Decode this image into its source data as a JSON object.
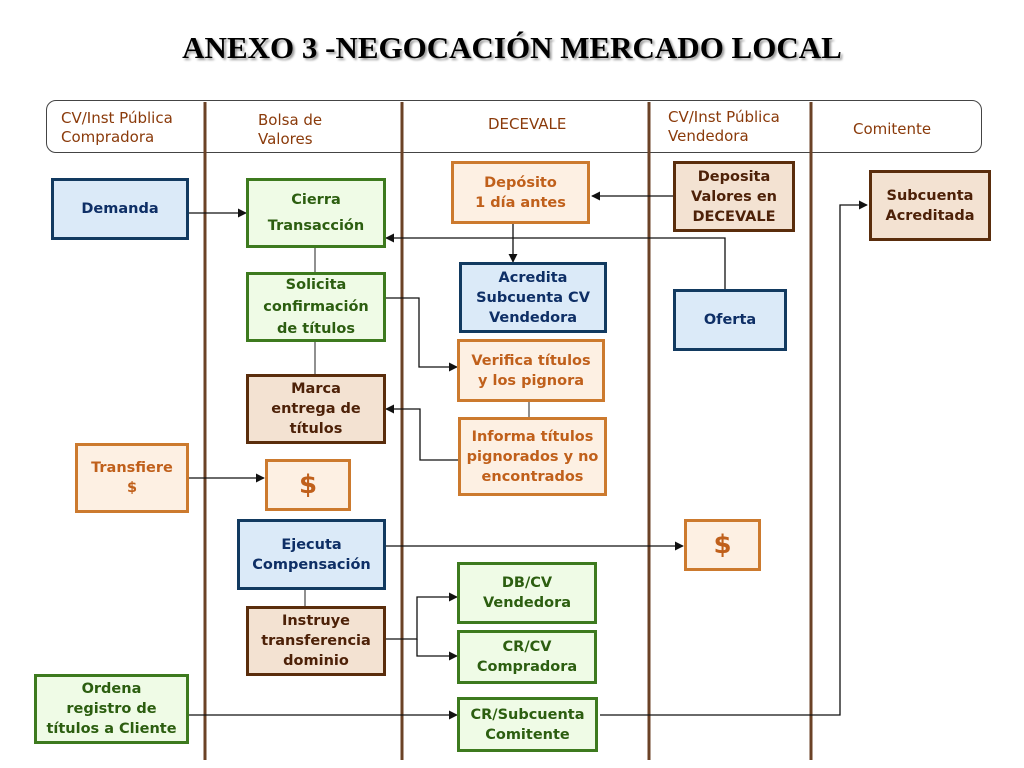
{
  "title": "ANEXO 3 -NEGOCACIÓN MERCADO LOCAL",
  "columns": [
    "CV/Inst Pública\nCompradora",
    "Bolsa de\nValores",
    "DECEVALE",
    "CV/Inst Pública\nVendedora",
    "Comitente"
  ],
  "boxes": {
    "demanda": "Demanda",
    "cierra": "Cierra\nTransacción",
    "solicita": "Solicita\nconfirmación\nde títulos",
    "marca": "Marca\nentrega de\ntítulos",
    "transfiere": "Transfiere\n$",
    "dollar_bolsa": "$",
    "ejecuta": "Ejecuta\nCompensación",
    "instruye": "Instruye\ntransferencia\ndominio",
    "ordena": "Ordena\nregistro de\ntítulos a Cliente",
    "deposito": "Depósito\n1 día antes",
    "acredita": "Acredita\nSubcuenta CV\nVendedora",
    "verifica": "Verifica títulos\ny los pignora",
    "informa": "Informa títulos\npignorados y no\nencontrados",
    "db_cv": "DB/CV\nVendedora",
    "cr_cv": "CR/CV\nCompradora",
    "cr_subcuenta": "CR/Subcuenta\nComitente",
    "deposita": "Deposita\nValores en\nDECEVALE",
    "oferta": "Oferta",
    "dollar_vendedora": "$",
    "subcuenta": "Subcuenta\nAcreditada"
  }
}
